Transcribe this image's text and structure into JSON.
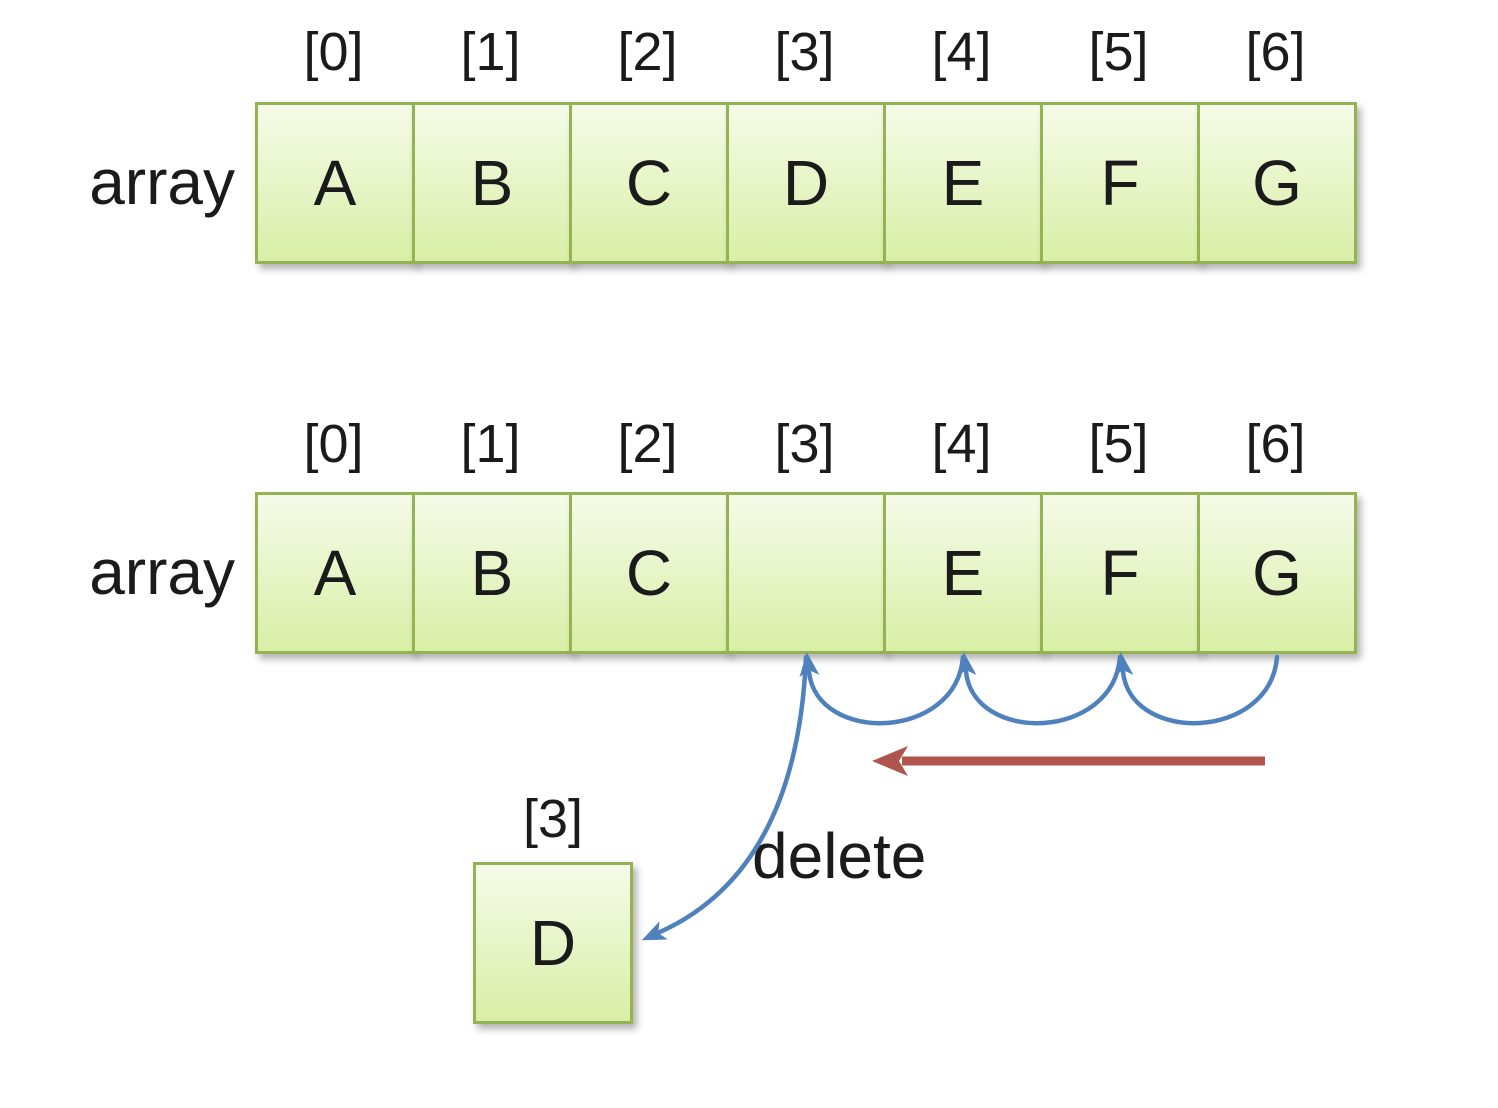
{
  "diagram": {
    "top_array": {
      "label": "array",
      "indices": [
        "[0]",
        "[1]",
        "[2]",
        "[3]",
        "[4]",
        "[5]",
        "[6]"
      ],
      "cells": [
        "A",
        "B",
        "C",
        "D",
        "E",
        "F",
        "G"
      ]
    },
    "bottom_array": {
      "label": "array",
      "indices": [
        "[0]",
        "[1]",
        "[2]",
        "[3]",
        "[4]",
        "[5]",
        "[6]"
      ],
      "cells": [
        "A",
        "B",
        "C",
        "",
        "E",
        "F",
        "G"
      ]
    },
    "extracted": {
      "index": "[3]",
      "value": "D"
    },
    "delete_label": "delete"
  },
  "colors": {
    "cell-border": "#94b353",
    "cell-fill-top": "#f5fbe9",
    "cell-fill-bottom": "#d9efa6",
    "text": "#1b1b1b",
    "shift-arrow": "#4f81bd",
    "direction-arrow": "#b0544e"
  }
}
